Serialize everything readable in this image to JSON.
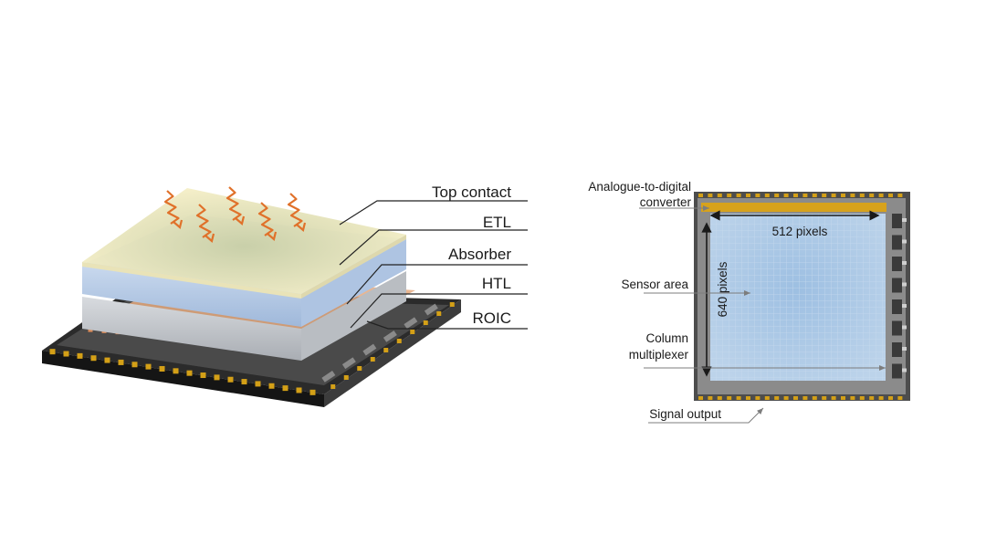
{
  "stack": {
    "labels": {
      "top_contact": "Top contact",
      "etl": "ETL",
      "absorber": "Absorber",
      "htl": "HTL",
      "roic": "ROIC"
    }
  },
  "chip": {
    "labels": {
      "adc_line1": "Analogue-to-digital",
      "adc_line2": "converter",
      "width_pixels": "512 pixels",
      "height_pixels": "640 pixels",
      "sensor_area": "Sensor area",
      "column_line1": "Column",
      "column_line2": "multiplexer",
      "signal_output": "Signal output"
    }
  },
  "colors": {
    "photon": "#e0712a",
    "gold": "#d4a017",
    "top_contact": "#f6efc4",
    "etl": "#b9cde6",
    "absorber": "#d5d9de",
    "htl": "#e8b48c",
    "sensor": "#a9c6e3",
    "chip_frame": "#858585"
  },
  "icons": [
    "photon-wave-icon"
  ]
}
